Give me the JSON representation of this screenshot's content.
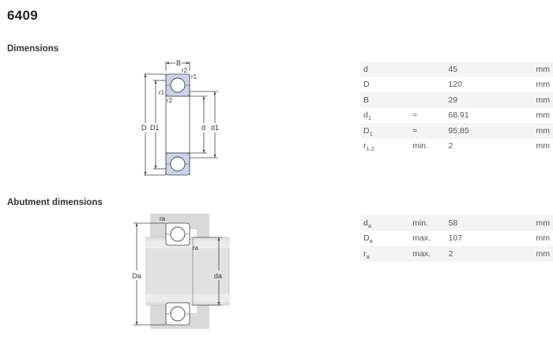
{
  "page": {
    "title": "6409"
  },
  "dimensions": {
    "heading": "Dimensions",
    "diagram_labels": {
      "B": "B",
      "r2_top": "r2",
      "r1_top": "r1",
      "r1_mid": "r1",
      "r2_mid": "r2",
      "D": "D",
      "D1": "D1",
      "d": "d",
      "d1": "d1"
    },
    "rows": [
      {
        "sym": "d",
        "sub": "",
        "q": "",
        "value": "45",
        "unit": "mm"
      },
      {
        "sym": "D",
        "sub": "",
        "q": "",
        "value": "120",
        "unit": "mm"
      },
      {
        "sym": "B",
        "sub": "",
        "q": "",
        "value": "29",
        "unit": "mm"
      },
      {
        "sym": "d",
        "sub": "1",
        "q": "≈",
        "value": "68.91",
        "unit": "mm"
      },
      {
        "sym": "D",
        "sub": "1",
        "q": "≈",
        "value": "95.85",
        "unit": "mm"
      },
      {
        "sym": "r",
        "sub": "1,2",
        "q": "min.",
        "value": "2",
        "unit": "mm"
      }
    ]
  },
  "abutment": {
    "heading": "Abutment dimensions",
    "diagram_labels": {
      "ra_top": "ra",
      "ra_mid": "ra",
      "Da": "Da",
      "da": "da"
    },
    "rows": [
      {
        "sym": "d",
        "sub": "a",
        "q": "min.",
        "value": "58",
        "unit": "mm"
      },
      {
        "sym": "D",
        "sub": "a",
        "q": "max.",
        "value": "107",
        "unit": "mm"
      },
      {
        "sym": "r",
        "sub": "a",
        "q": "max.",
        "value": "2",
        "unit": "mm"
      }
    ]
  },
  "colors": {
    "bearing_fill": "#c9d3ea",
    "housing_fill": "#d9d9d9",
    "line": "#444444"
  }
}
